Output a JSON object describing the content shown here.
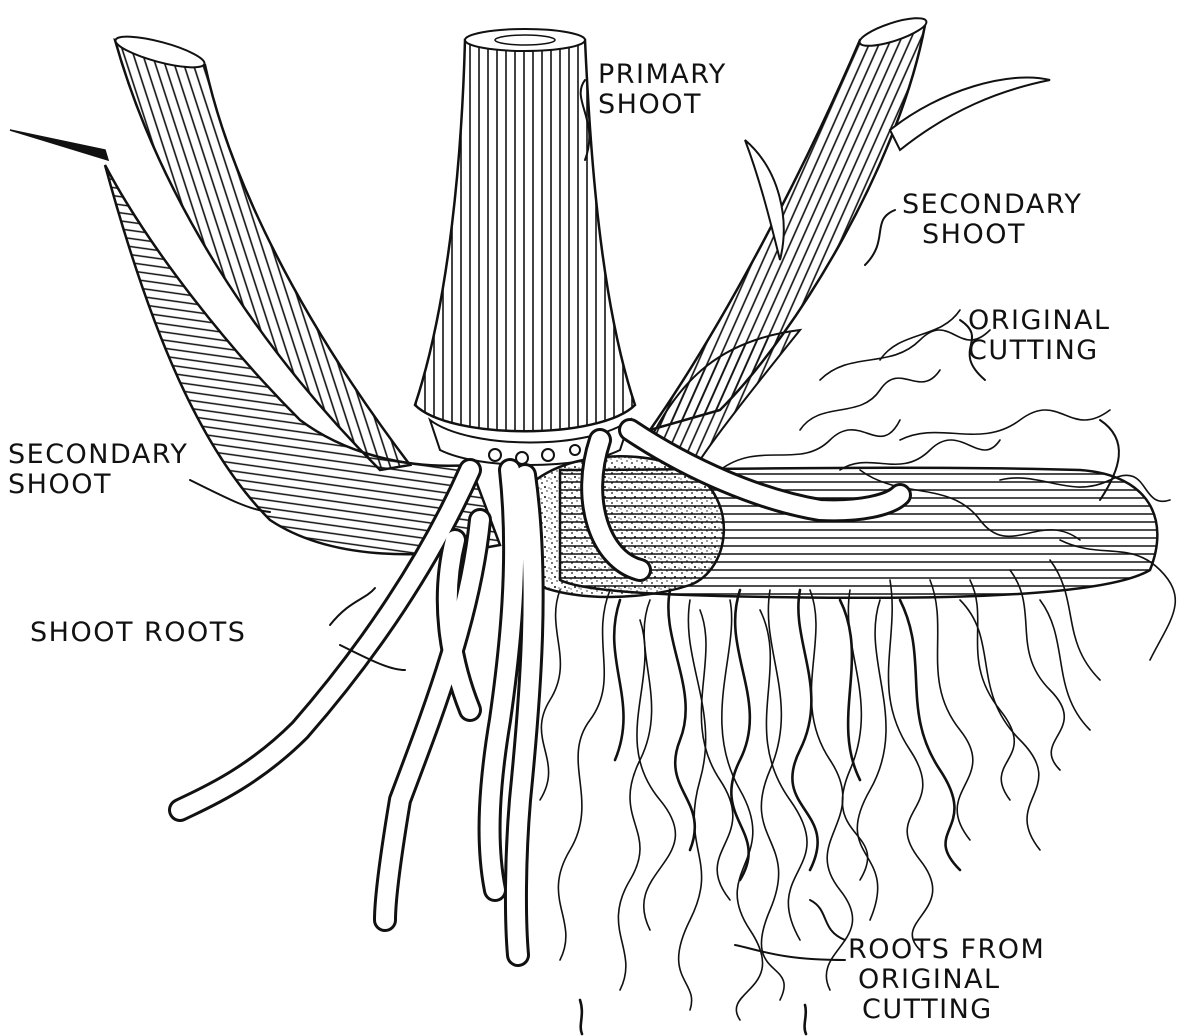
{
  "colors": {
    "ink": "#111111",
    "paper": "#ffffff",
    "tuber": "#bdbdbd"
  },
  "labels": {
    "primary_shoot": [
      "PRIMARY",
      "SHOOT"
    ],
    "secondary_shoot_right": [
      "SECONDARY",
      "SHOOT"
    ],
    "original_cutting": [
      "ORIGINAL",
      "CUTTING"
    ],
    "secondary_shoot_left": [
      "SECONDARY",
      "SHOOT"
    ],
    "shoot_roots": "SHOOT ROOTS",
    "roots_from_cutting": [
      "ROOTS FROM",
      "ORIGINAL",
      "CUTTING"
    ]
  }
}
